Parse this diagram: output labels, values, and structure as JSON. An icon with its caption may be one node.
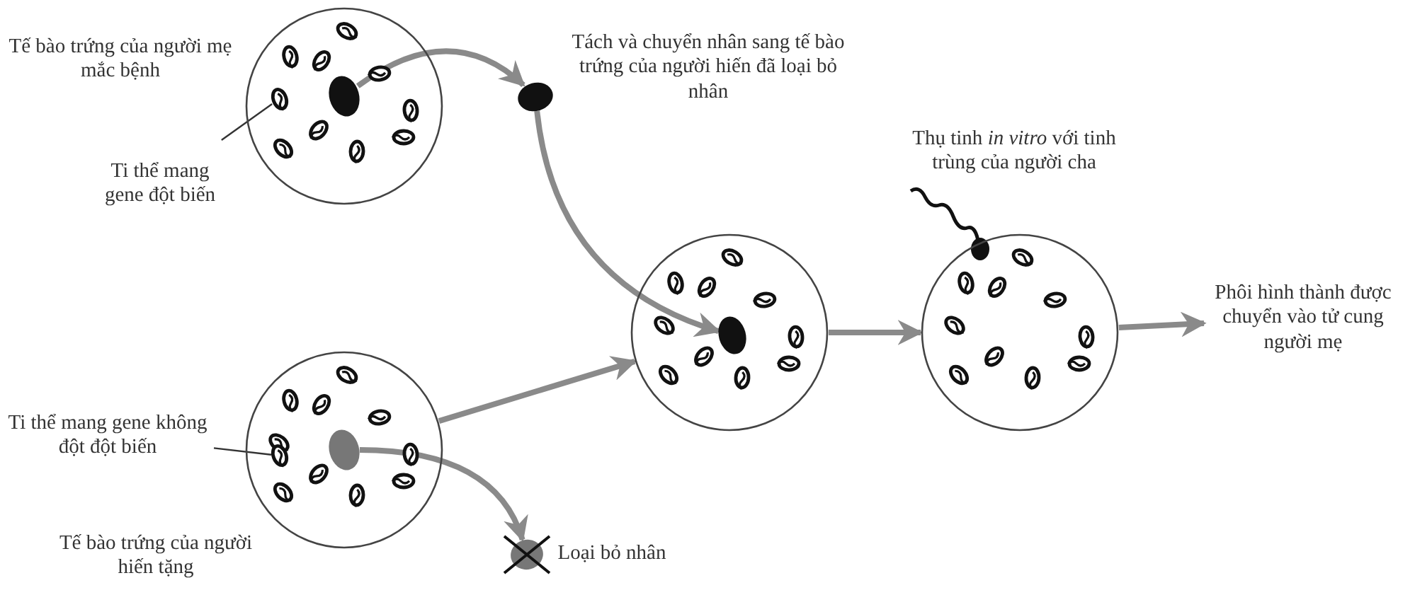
{
  "diagram": {
    "nodes": [
      {
        "text": [],
        "shape": "circle",
        "beside": [
          "Tế bào trứng của người mẹ mắc bệnh"
        ]
      },
      {
        "text": [],
        "shape": "ellipse",
        "in": 0
      },
      {
        "text": [
          "Ti thể mang gene đột biến"
        ]
      },
      {
        "text": [],
        "shape": "ellipse",
        "in": 0
      },
      {
        "text": [],
        "shape": "ellipse",
        "beside": [
          "Tách và chuyển nhân sang tế bào trứng của người hiến đã loại bỏ nhân"
        ]
      },
      {
        "text": [],
        "shape": "circle",
        "beside": [
          "Tế bào trứng của người hiến tặng"
        ]
      },
      {
        "text": [],
        "shape": "ellipse",
        "in": 5
      },
      {
        "text": [
          "Ti thể mang gene không đột đột biến"
        ]
      },
      {
        "text": [],
        "shape": "ellipse",
        "in": 5
      },
      {
        "text": [],
        "shape": "ellipse",
        "beside": [
          "Loại bỏ nhân"
        ]
      },
      {
        "text": [],
        "shape": "circle"
      },
      {
        "text": [],
        "shape": "ellipse",
        "in": 10
      },
      {
        "text": [],
        "shape": "circle",
        "beside": [
          "Thụ tinh *in vitro* với tinh trùng của người cha"
        ]
      },
      {
        "text": [
          "Phôi hình thành được chuyển vào tử cung người mẹ"
        ]
      }
    ],
    "edges": [
      {
        "from": 1,
        "to": 4,
        "arrow": "to"
      },
      {
        "from": 4,
        "to": 11,
        "arrow": "to"
      },
      {
        "from": 5,
        "to": 10,
        "arrow": "to"
      },
      {
        "from": 6,
        "to": 9,
        "arrow": "to"
      },
      {
        "from": 10,
        "to": 12,
        "arrow": "to"
      },
      {
        "from": 12,
        "to": 13,
        "arrow": "to"
      },
      {
        "from": 2,
        "to": 3,
        "arrow": "none",
        "color": "#333333"
      },
      {
        "from": 7,
        "to": 8,
        "arrow": "none",
        "color": "#333333"
      }
    ]
  }
}
